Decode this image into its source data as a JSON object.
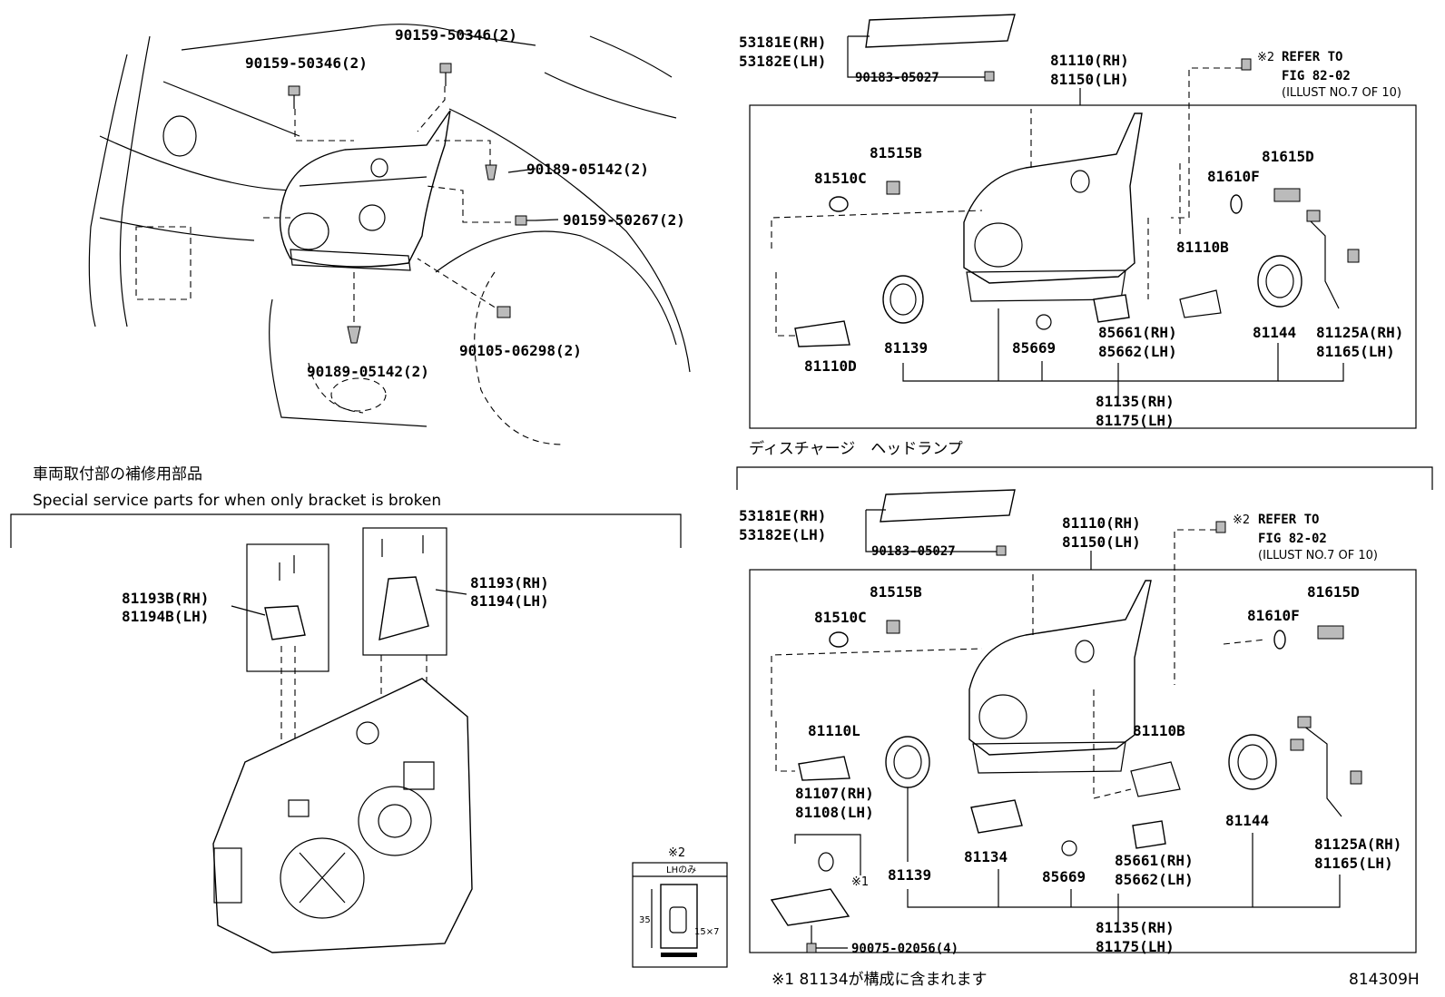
{
  "top_left": {
    "labels": [
      "90159-50346(2)",
      "90159-50346(2)",
      "90189-05142(2)",
      "90159-50267(2)",
      "90105-06298(2)",
      "90189-05142(2)"
    ]
  },
  "service": {
    "title_jp": "車両取付部の補修用部品",
    "title_en": "Special service parts for when only bracket is broken",
    "left_rh": "81193B(RH)",
    "left_lh": "81194B(LH)",
    "right_rh": "81193(RH)",
    "right_lh": "81194(LH)"
  },
  "panel1": {
    "trim_rh": "53181E(RH)",
    "trim_lh": "53182E(LH)",
    "clip": "90183-05027",
    "lamp_rh": "81110(RH)",
    "lamp_lh": "81150(LH)",
    "mark": "※2",
    "refer1": "REFER TO",
    "refer2": "FIG 82-02",
    "refer3": "(ILLUST NO.7 OF 10)",
    "socket": "81515B",
    "bulb_small": "81510C",
    "bulb_r_small": "81610F",
    "socket_r": "81615D",
    "bulb_b": "81110B",
    "bulb_d": "81110D",
    "cap": "81139",
    "oring": "85669",
    "ign_rh": "85661(RH)",
    "ign_lh": "85662(LH)",
    "cover": "81144",
    "wire_rh": "81125A(RH)",
    "wire_lh": "81165(LH)",
    "unit_rh": "81135(RH)",
    "unit_lh": "81175(LH)"
  },
  "caption_mid": "ディスチャージ　ヘッドランプ",
  "panel2": {
    "trim_rh": "53181E(RH)",
    "trim_lh": "53182E(LH)",
    "clip": "90183-05027",
    "lamp_rh": "81110(RH)",
    "lamp_lh": "81150(LH)",
    "mark": "※2",
    "refer1": "REFER TO",
    "refer2": "FIG 82-02",
    "refer3": "(ILLUST NO.7 OF 10)",
    "socket": "81515B",
    "bulb_small": "81510C",
    "bulb_r_small": "81610F",
    "socket_r": "81615D",
    "bulb_l": "81110L",
    "bulb_b": "81110B",
    "ballast_rh": "81107(RH)",
    "ballast_lh": "81108(LH)",
    "mark1": "※1",
    "cap": "81139",
    "gasket": "81134",
    "oring": "85669",
    "ign_rh": "85661(RH)",
    "ign_lh": "85662(LH)",
    "cover": "81144",
    "wire_rh": "81125A(RH)",
    "wire_lh": "81165(LH)",
    "screw": "90075-02056(4)",
    "unit_rh": "81135(RH)",
    "unit_lh": "81175(LH)"
  },
  "inset": {
    "mark": "※2",
    "lh_only": "LHのみ",
    "dim1": "35",
    "dim2": "15×7"
  },
  "footnote": "※1  81134が構成に含まれます",
  "fig_id": "814309H"
}
